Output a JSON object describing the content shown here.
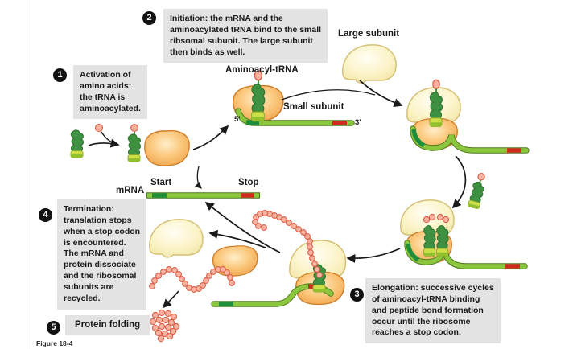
{
  "figure_caption": "Figure 18-4",
  "steps": {
    "activation": {
      "number": "1",
      "text": "Activation of\namino acids:\nthe tRNA is\naminoacylated."
    },
    "initiation": {
      "number": "2",
      "text": "Initiation: the mRNA and the\naminoacylated tRNA bind to the small\nribsomal subunit. The large subunit\nthen binds as well."
    },
    "elongation": {
      "number": "3",
      "text": "Elongation: successive cycles\nof aminoacyl-tRNA binding\nand peptide bond formation\noccur until the ribosome\nreaches a stop codon."
    },
    "termination": {
      "number": "4",
      "text": "Termination:\ntranslation stops\nwhen a stop codon\nis encountered.\nThe mRNA and\nprotein dissociate\nand the ribosomal\nsubunits are\nrecycled."
    },
    "protein_folding": {
      "number": "5",
      "text": "Protein folding"
    }
  },
  "labels": {
    "large_subunit": "Large subunit",
    "small_subunit": "Small subunit",
    "aminoacyl_trna": "Aminoacyl-tRNA",
    "mrna": "mRNA",
    "start": "Start",
    "stop": "Stop",
    "five_prime": "5'",
    "three_prime": "3'"
  },
  "colors": {
    "note_box_bg": "#e3e3e3",
    "large_subunit": "#faf3c6",
    "small_subunit": "#f0a04a",
    "mrna_strand": "#8cc63e",
    "start_codon": "#1e8e3a",
    "stop_codon": "#cf2b20",
    "amino_acid": "#f9b2a0",
    "trna": "#3e9140",
    "badge": "#111111"
  }
}
